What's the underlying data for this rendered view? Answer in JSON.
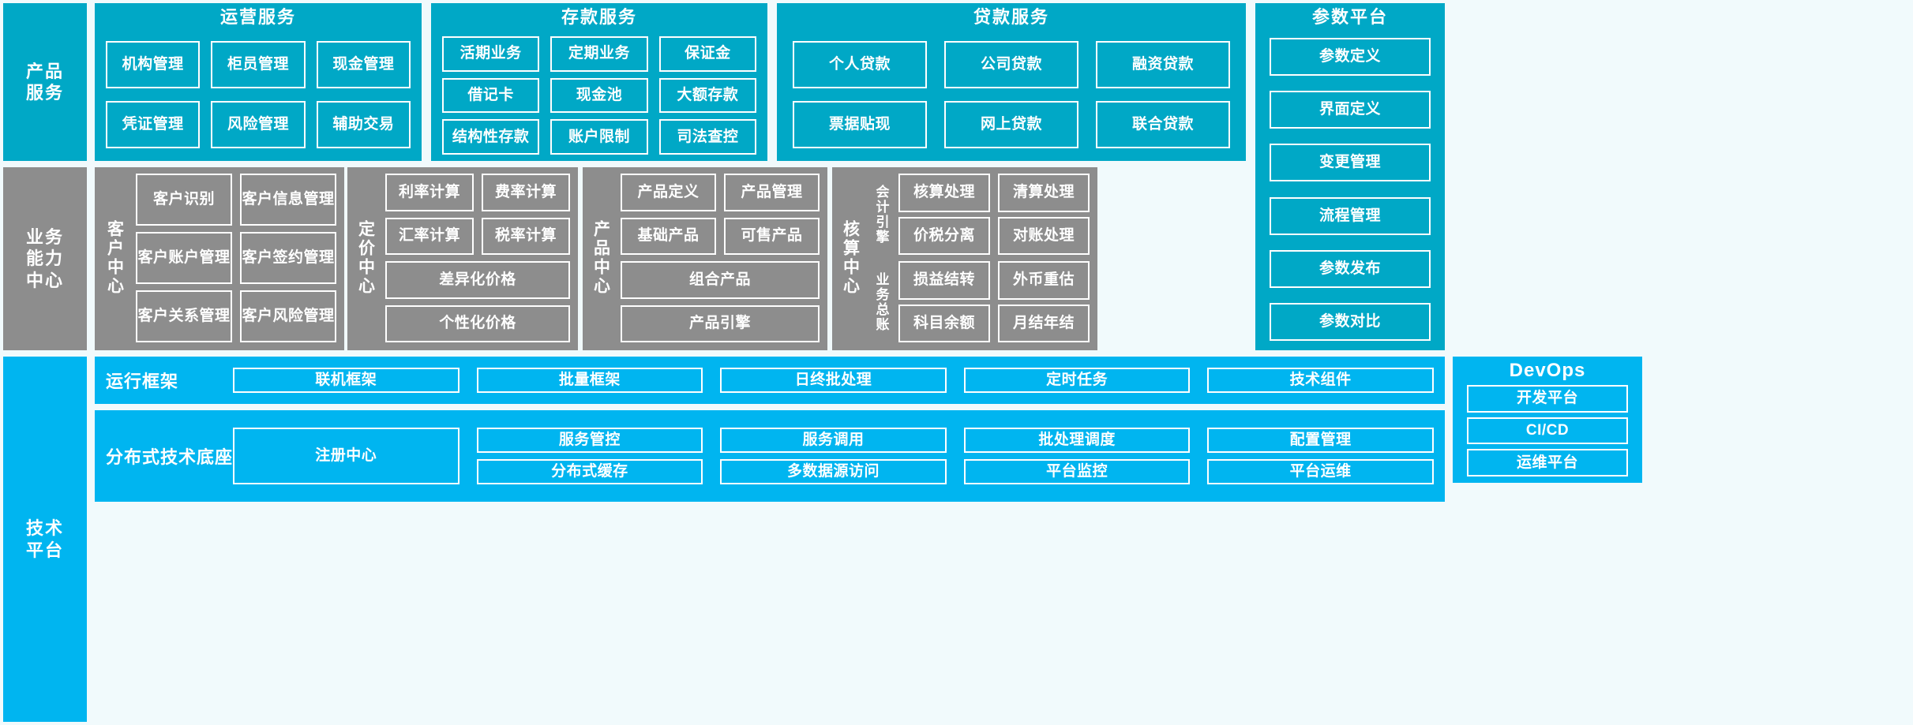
{
  "layers": {
    "product_services": {
      "label": "产品\n服务",
      "label_lines": [
        "产品",
        "服务"
      ],
      "panels": [
        {
          "title": "运营服务",
          "items": [
            "机构管理",
            "柜员管理",
            "现金管理",
            "凭证管理",
            "风险管理",
            "辅助交易"
          ]
        },
        {
          "title": "存款服务",
          "items": [
            "活期业务",
            "定期业务",
            "保证金",
            "借记卡",
            "现金池",
            "大额存款",
            "结构性存款",
            "账户限制",
            "司法查控"
          ]
        },
        {
          "title": "贷款服务",
          "items": [
            "个人贷款",
            "公司贷款",
            "融资贷款",
            "票据贴现",
            "网上贷款",
            "联合贷款"
          ]
        }
      ],
      "param_platform": {
        "title": "参数平台",
        "items": [
          "参数定义",
          "界面定义",
          "变更管理",
          "流程管理",
          "参数发布",
          "参数对比"
        ]
      }
    },
    "business_capability": {
      "label_lines": [
        "业务",
        "能力",
        "中心"
      ],
      "centers": [
        {
          "name": "客户中心",
          "rows": [
            [
              "客户识别",
              "客户信息管理"
            ],
            [
              "客户账户管理",
              "客户签约管理"
            ],
            [
              "客户关系管理",
              "客户风险管理"
            ]
          ]
        },
        {
          "name": "定价中心",
          "rows": [
            [
              "利率计算",
              "费率计算"
            ],
            [
              "汇率计算",
              "税率计算"
            ],
            [
              "差异化价格"
            ],
            [
              "个性化价格"
            ]
          ]
        },
        {
          "name": "产品中心",
          "rows": [
            [
              "产品定义",
              "产品管理"
            ],
            [
              "基础产品",
              "可售产品"
            ],
            [
              "组合产品"
            ],
            [
              "产品引擎"
            ]
          ]
        },
        {
          "name": "核算中心",
          "subsections": [
            {
              "name": "会计引擎",
              "rows": [
                [
                  "核算处理",
                  "清算处理"
                ],
                [
                  "价税分离",
                  "对账处理"
                ]
              ]
            },
            {
              "name": "业务总账",
              "rows": [
                [
                  "损益结转",
                  "外币重估"
                ],
                [
                  "科目余额",
                  "月结年结"
                ]
              ]
            }
          ]
        }
      ]
    },
    "technical_platform": {
      "label_lines": [
        "技术",
        "平台"
      ],
      "rows": [
        {
          "name": "运行框架",
          "items": [
            "联机框架",
            "批量框架",
            "日终批处理",
            "定时任务",
            "技术组件"
          ]
        },
        {
          "name": "分布式技术底座",
          "single": "注册中心",
          "columns": [
            [
              "服务管控",
              "分布式缓存"
            ],
            [
              "服务调用",
              "多数据源访问"
            ],
            [
              "批处理调度",
              "平台监控"
            ],
            [
              "配置管理",
              "平台运维"
            ]
          ]
        }
      ],
      "devops": {
        "title": "DevOps",
        "items": [
          "开发平台",
          "CI/CD",
          "运维平台"
        ]
      }
    }
  },
  "colors": {
    "teal": "#00a8c6",
    "gray": "#8d8d8d",
    "sky": "#00b5f0",
    "background": "#f1fafc",
    "border": "#ffffff"
  }
}
